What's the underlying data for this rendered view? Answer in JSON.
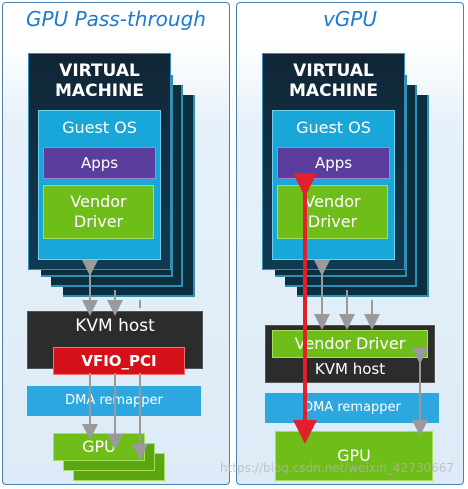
{
  "left": {
    "title": "GPU Pass-through",
    "vm_label": "VIRTUAL MACHINE",
    "guest_label": "Guest OS",
    "apps_label": "Apps",
    "driver_label": "Vendor Driver",
    "kvm_label": "KVM host",
    "vfio_label": "VFIO_PCI",
    "dma_label": "DMA remapper",
    "gpu_label": "GPU"
  },
  "right": {
    "title": "vGPU",
    "vm_label": "VIRTUAL MACHINE",
    "guest_label": "Guest OS",
    "apps_label": "Apps",
    "driver_label": "Vendor Driver",
    "host_driver_label": "Vendor Driver",
    "kvm_label": "KVM host",
    "dma_label": "DMA remapper",
    "gpu_label": "GPU"
  },
  "watermark": "https://blog.csdn.net/weixin_42730667",
  "colors": {
    "title": "#1d7bd0",
    "vm": "#0f3b52",
    "guest": "#19a6d9",
    "apps": "#5b3d9e",
    "driver": "#6ebd18",
    "kvm": "#2c2c2c",
    "vfio": "#d4101a",
    "dma": "#2ca7df",
    "direct_path": "#e0202a"
  }
}
